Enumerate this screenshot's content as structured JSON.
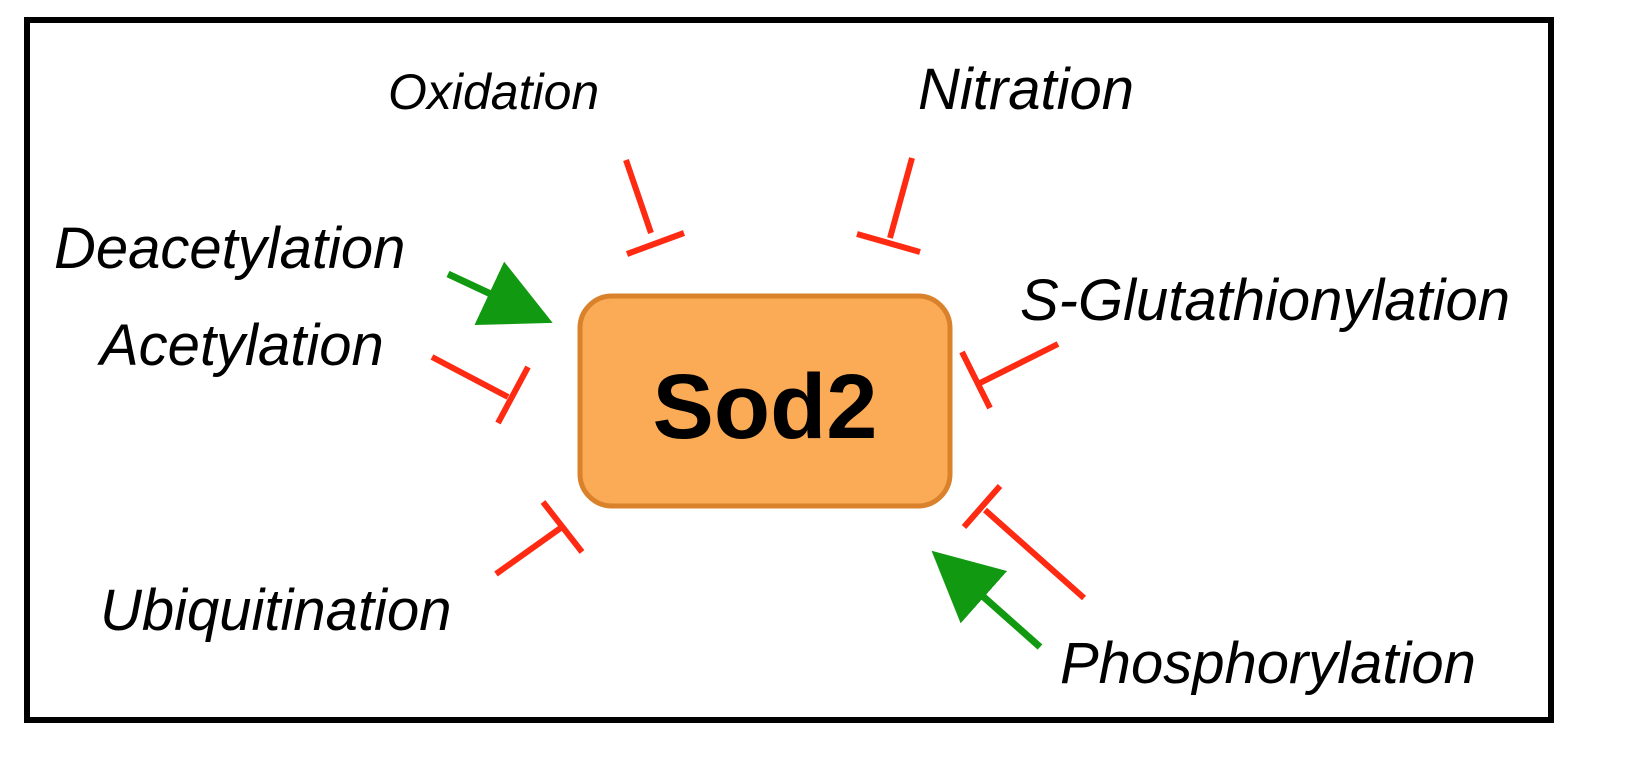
{
  "center": {
    "label": "Sod2",
    "fill_color": "#fbaa55",
    "stroke_color": "#d9822b"
  },
  "modifications": [
    {
      "id": "oxidation",
      "label": "Oxidation",
      "effect": "inhibits"
    },
    {
      "id": "nitration",
      "label": "Nitration",
      "effect": "inhibits"
    },
    {
      "id": "deacetylation",
      "label": "Deacetylation",
      "effect": "activates"
    },
    {
      "id": "acetylation",
      "label": "Acetylation",
      "effect": "inhibits"
    },
    {
      "id": "s-glutathionylation",
      "label": "S-Glutathionylation",
      "effect": "inhibits"
    },
    {
      "id": "ubiquitination",
      "label": "Ubiquitination",
      "effect": "inhibits"
    },
    {
      "id": "phosphorylation",
      "label": "Phosphorylation",
      "effect": "activates and inhibits"
    }
  ],
  "colors": {
    "inhibit": "#ff2a12",
    "activate": "#119a11",
    "text": "#000000",
    "frame": "#000000"
  }
}
